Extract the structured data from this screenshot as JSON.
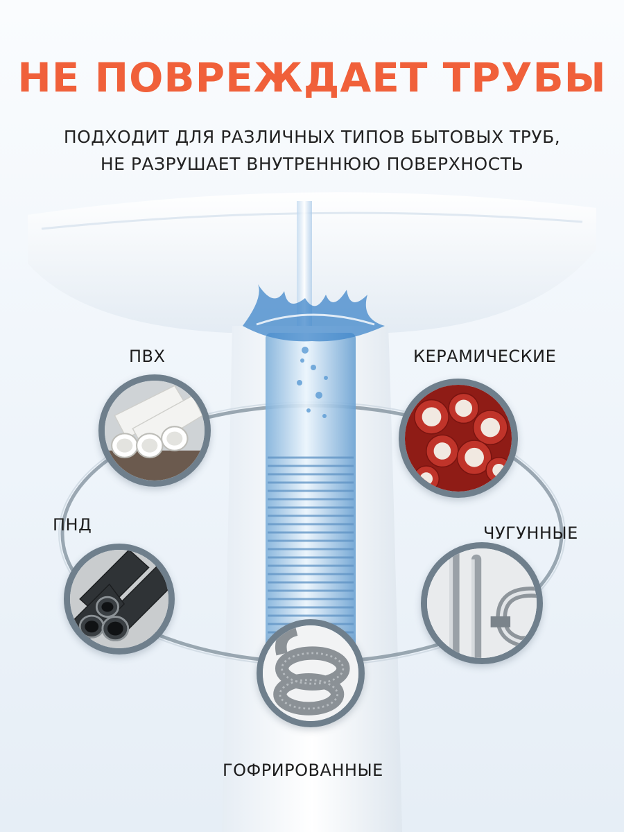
{
  "headline": "НЕ ПОВРЕЖДАЕТ ТРУБЫ",
  "subtitle": {
    "line1": "ПОДХОДИТ ДЛЯ РАЗЛИЧНЫХ ТИПОВ БЫТОВЫХ ТРУБ,",
    "line2": "НЕ РАЗРУШАЕТ ВНУТРЕННЮЮ ПОВЕРХНОСТЬ"
  },
  "pipe_types": {
    "pvc": "ПВХ",
    "ceramic": "КЕРАМИЧЕСКИЕ",
    "hdpe": "ПНД",
    "cast_iron": "ЧУГУННЫЕ",
    "corrugated": "ГОФРИРОВАННЫЕ"
  },
  "colors": {
    "headline": "#f0603a",
    "ring": "#7d8d99",
    "water": "#4a8fd0"
  }
}
